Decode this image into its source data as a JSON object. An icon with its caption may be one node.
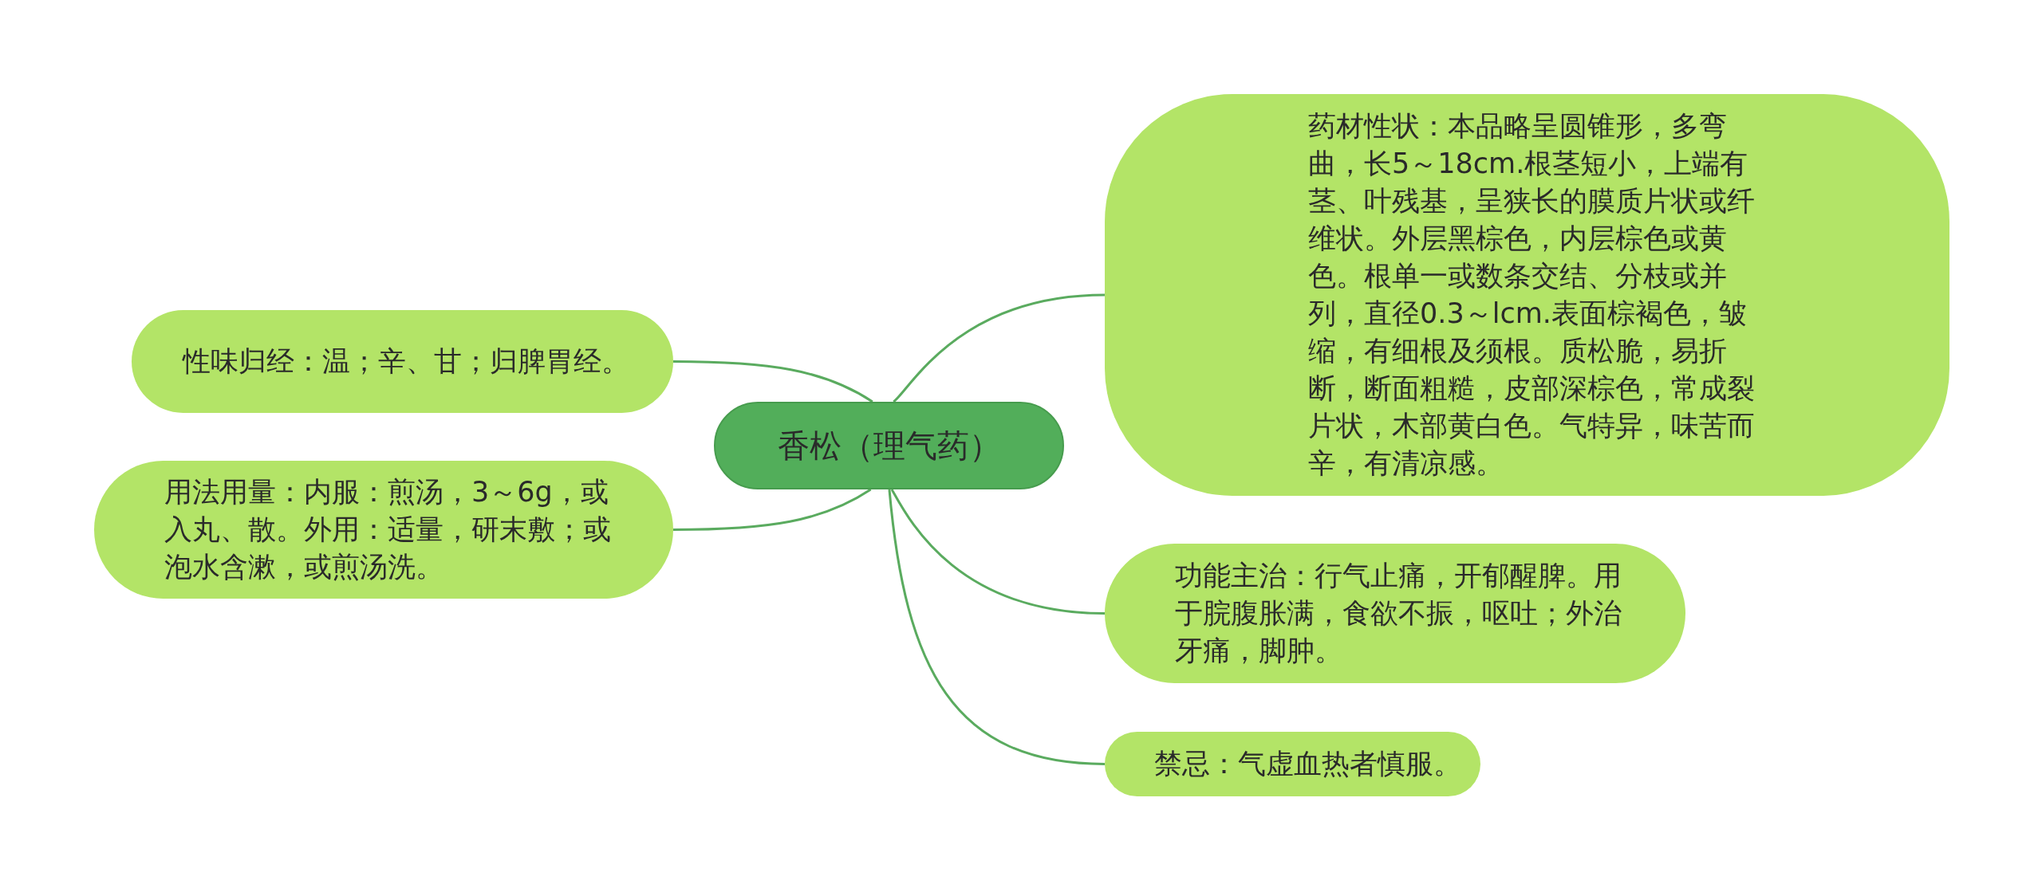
{
  "diagram": {
    "nodes": [
      {
        "text": [
          "香松（理气药）"
        ]
      },
      {
        "text": [
          "性味归经：温；辛、甘；归脾胃经。"
        ]
      },
      {
        "text": [
          "用法用量：内服：煎汤，3～6g，或入丸、散。外用：适量，研末敷；或泡水含漱，或煎汤洗。"
        ]
      },
      {
        "text": [
          "药材性状：本品略呈圆锥形，多弯曲，长5～18cm.根茎短小，上端有茎、叶残基，呈狭长的膜质片状或纤维状。外层黑棕色，内层棕色或黄色。根单一或数条交结、分枝或并列，直径0.3～lcm.表面棕褐色，皱缩，有细根及须根。质松脆，易折断，断面粗糙，皮部深棕色，常成裂片状，木部黄白色。气特异，味苦而辛，有清凉感。"
        ]
      },
      {
        "text": [
          "功能主治：行气止痛，开郁醒脾。用于脘腹胀满，食欲不振，呕吐；外治牙痛，脚肿。"
        ]
      },
      {
        "text": [
          "禁忌：气虚血热者慎服。"
        ]
      }
    ],
    "edges": [
      {
        "from": 0,
        "to": 1,
        "arrow": "none"
      },
      {
        "from": 0,
        "to": 2,
        "arrow": "none"
      },
      {
        "from": 0,
        "to": 3,
        "arrow": "none"
      },
      {
        "from": 0,
        "to": 4,
        "arrow": "none"
      },
      {
        "from": 0,
        "to": 5,
        "arrow": "none"
      }
    ]
  }
}
